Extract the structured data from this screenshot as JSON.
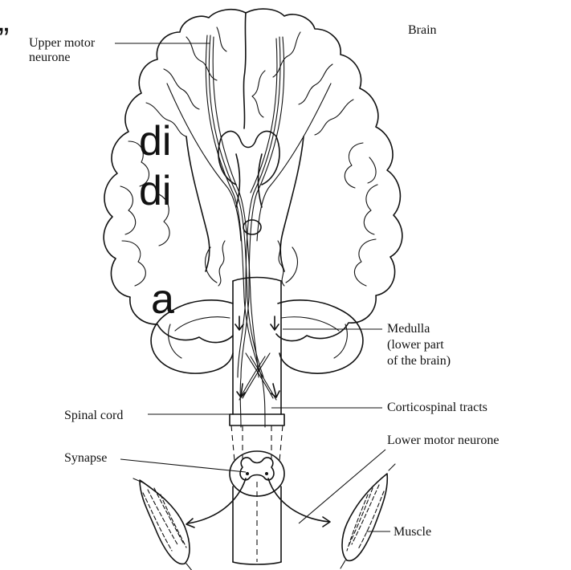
{
  "diagram": {
    "labels": {
      "upper_motor_neurone_line1": "Upper motor",
      "upper_motor_neurone_line2": "neurone",
      "brain": "Brain",
      "medulla_line1": "Medulla",
      "medulla_line2": "(lower part",
      "medulla_line3": "of the brain)",
      "corticospinal_tracts": "Corticospinal tracts",
      "spinal_cord": "Spinal cord",
      "lower_motor_neurone": "Lower motor neurone",
      "synapse": "Synapse",
      "muscle": "Muscle"
    },
    "background_fragments": {
      "quote_mark": "”",
      "line1": "di",
      "line2": "di",
      "line3": "a"
    }
  }
}
